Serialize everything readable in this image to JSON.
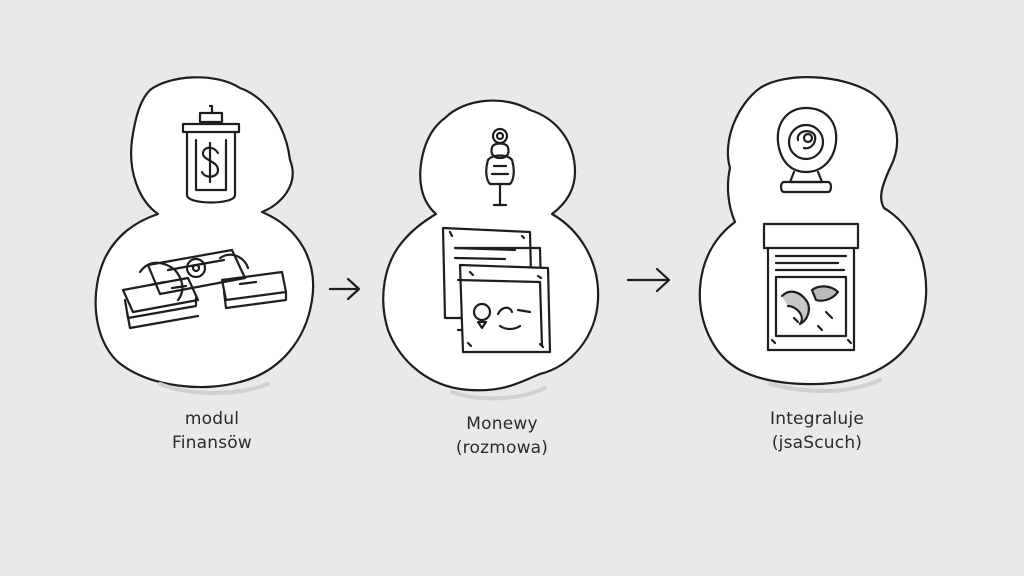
{
  "steps": [
    {
      "line1": "modul",
      "line2": "Finansöw",
      "icons": [
        "dollar-bag-icon",
        "cash-stack-icon"
      ]
    },
    {
      "line1": "Monewy",
      "line2": "(rozmowa)",
      "icons": [
        "microphone-person-icon",
        "document-stack-icon"
      ]
    },
    {
      "line1": "Integraluje",
      "line2": "(jsaScuch)",
      "icons": [
        "webcam-icon",
        "report-document-icon"
      ]
    }
  ],
  "colors": {
    "background": "#e8e9ea",
    "ink": "#1e1e1e",
    "cloud_fill": "#ffffff",
    "shadow": "#cfd0d2"
  }
}
